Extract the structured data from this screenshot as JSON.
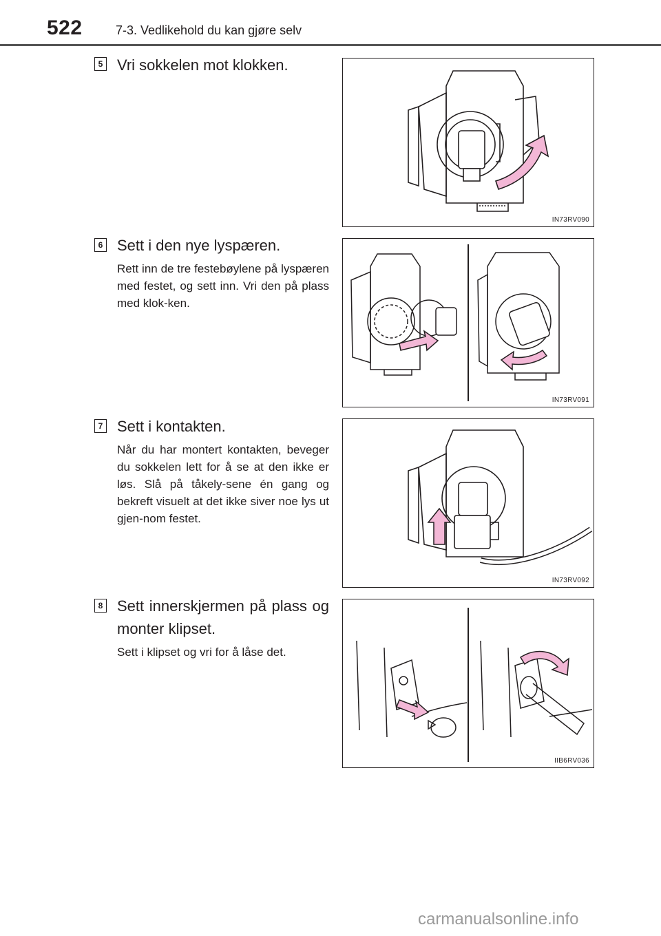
{
  "header": {
    "page_number": "522",
    "section_title": "7-3. Vedlikehold du kan gjøre selv"
  },
  "steps": [
    {
      "number": "5",
      "title": "Vri sokkelen mot klokken.",
      "body": "",
      "figure_code": "IN73RV090"
    },
    {
      "number": "6",
      "title": "Sett i den nye lyspæren.",
      "body": "Rett inn de tre festebøylene på lyspæren med festet, og sett inn. Vri den på plass med klok-ken.",
      "figure_code": "IN73RV091"
    },
    {
      "number": "7",
      "title": "Sett i kontakten.",
      "body": "Når du har montert kontakten, beveger du sokkelen lett for å se at den ikke er løs. Slå på tåkely-sene én gang og bekreft visuelt at det ikke siver noe lys ut gjen-nom festet.",
      "figure_code": "IN73RV092"
    },
    {
      "number": "8",
      "title": "Sett innerskjermen på plass og monter klipset.",
      "body": "Sett i klipset og vri for å låse det.",
      "figure_code": "IIB6RV036"
    }
  ],
  "colors": {
    "arrow_fill": "#f3b7d6",
    "line": "#231f20"
  },
  "watermark": "carmanualsonline.info"
}
